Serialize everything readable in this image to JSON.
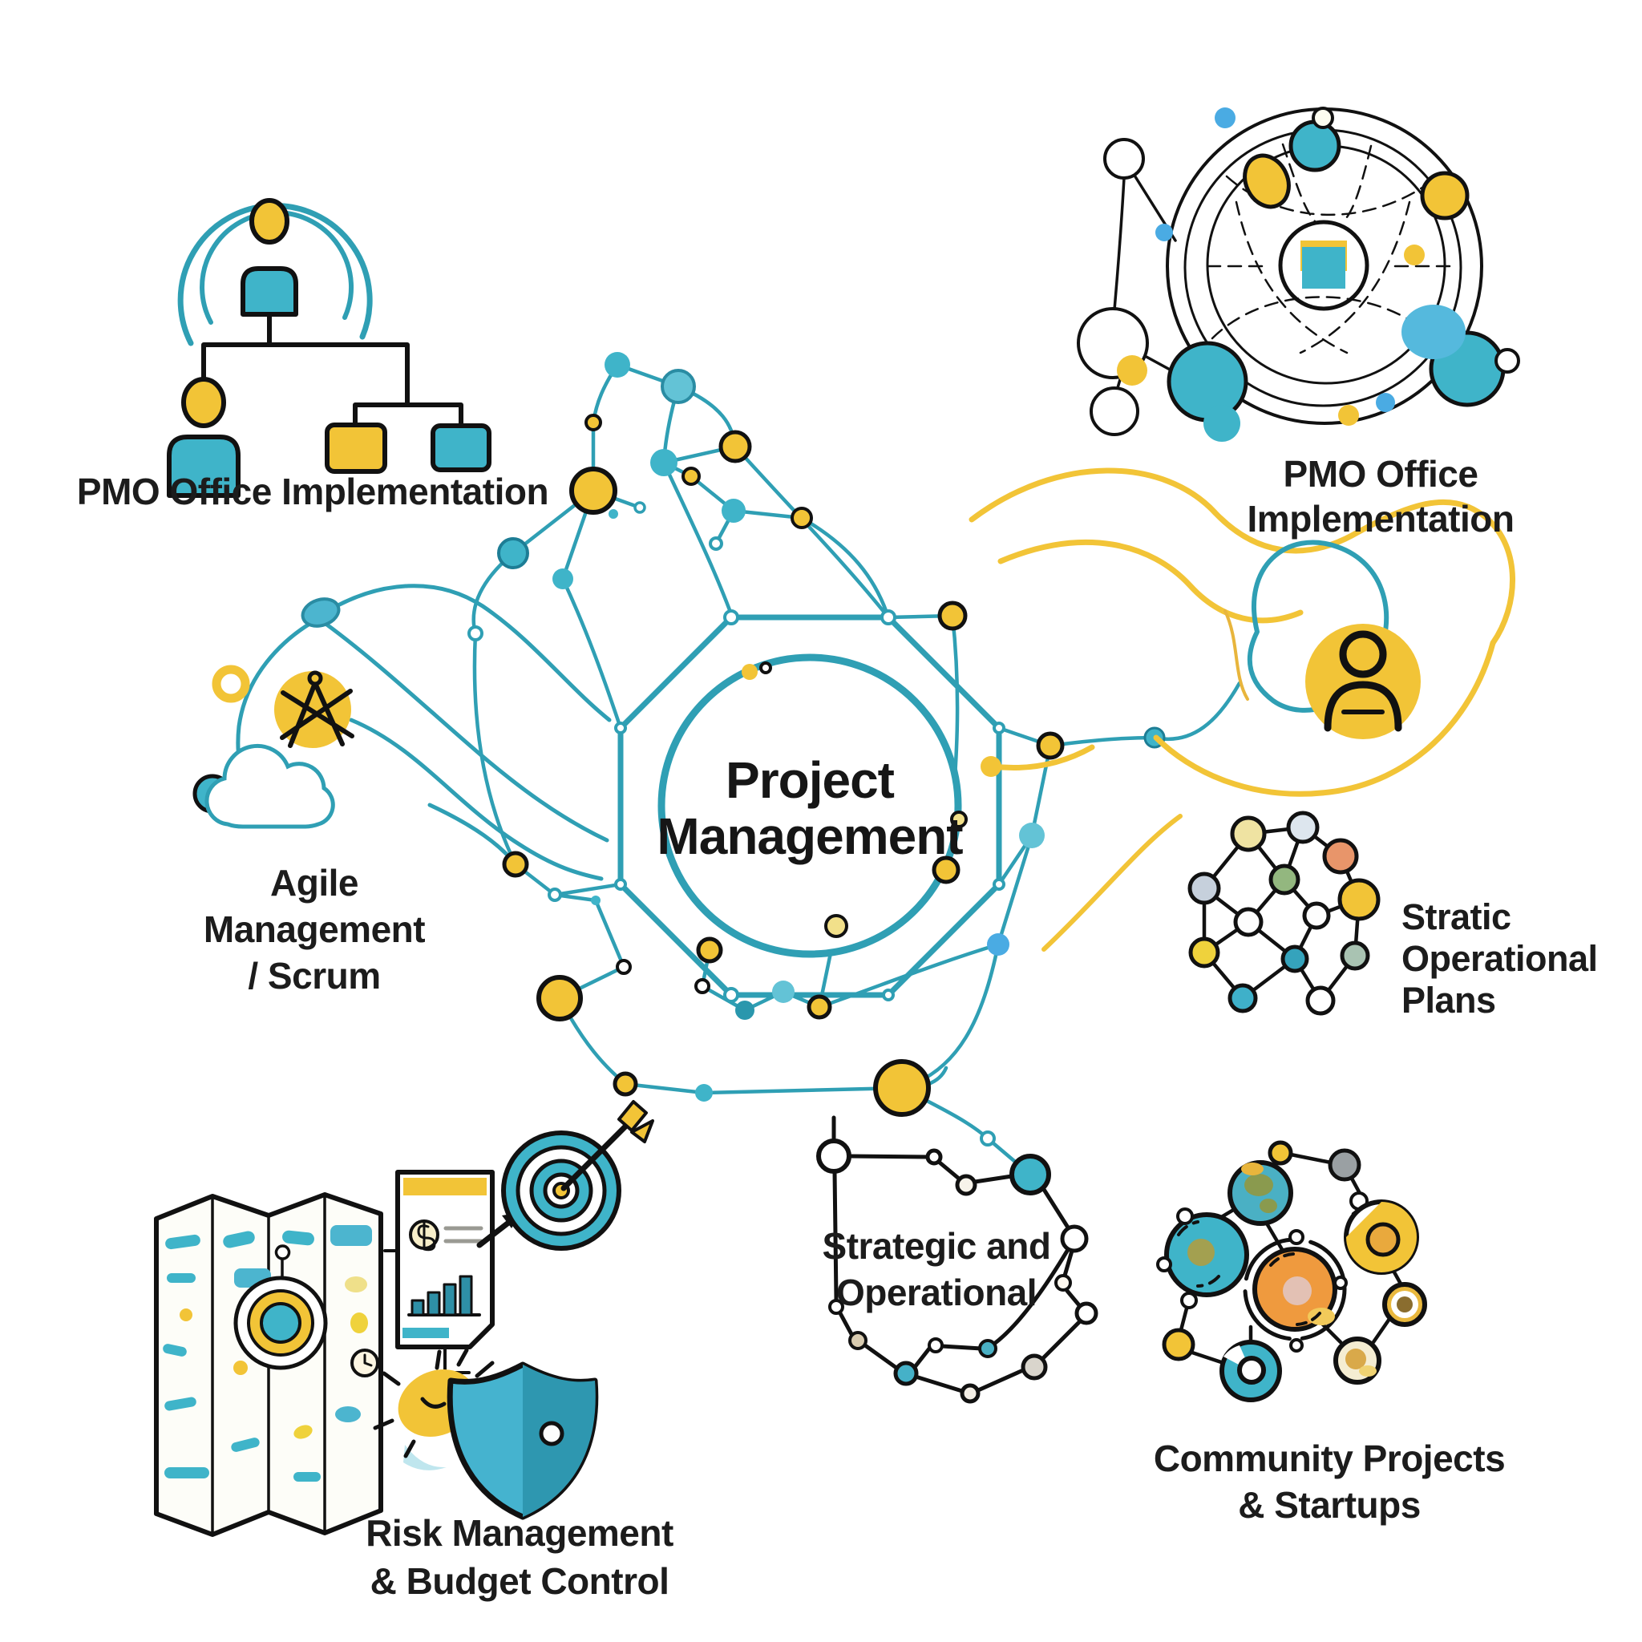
{
  "page": {
    "background": "#ffffff",
    "description": "Project Management infographic with six connected topic icons"
  },
  "colors": {
    "teal_line": "#2f9fb4",
    "teal_fill": "#3fb4c9",
    "teal_light": "#63c3d6",
    "teal_dark": "#2a97ad",
    "yellow": "#f2c437",
    "pale_yellow": "#f2e08a",
    "blue_dot": "#4aabe3",
    "orange_node": "#e8956a",
    "community_orange": "#ef9a3e",
    "ink": "#111111",
    "text": "#1c1c1c"
  },
  "center": {
    "label": "Project\nManagement"
  },
  "labels": {
    "pmo_left": "PMO Office Implementation",
    "pmo_right": "PMO Office\nImplementation",
    "agile": "Agile\nManagement\n/ Scrum",
    "stratic": "Stratic\nOperational\nPlans",
    "strategic_operational": "Strategic and\nOperational",
    "risk": "Risk Management\n& Budget Control",
    "community": "Community Projects\n& Startups"
  },
  "icons": [
    "org-chart-icon",
    "network-sphere-icon",
    "compass-icon",
    "cloud-icon",
    "node-graph-icon",
    "map-icon",
    "document-icon",
    "dartboard-icon",
    "mine-icon",
    "shield-icon",
    "arrow-icon",
    "person-icon",
    "node-ring-icon",
    "circle-cluster-icon"
  ]
}
